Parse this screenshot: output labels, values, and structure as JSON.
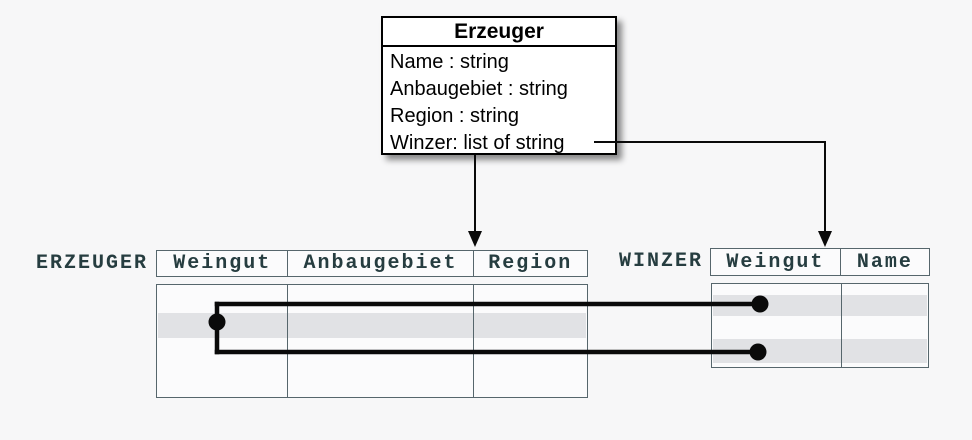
{
  "colors": {
    "background": "#f7f7f8",
    "class-border": "#000000",
    "class-fill": "#ffffff",
    "table-border": "#56666c",
    "table-fill": "#fbfbfc",
    "header-text": "#263d40",
    "row-highlight": "#e1e2e5",
    "connector": "#0a0a0a"
  },
  "class_box": {
    "title": "Erzeuger",
    "attributes": [
      "Name : string",
      "Anbaugebiet : string",
      "Region : string",
      "Winzer: list of string"
    ]
  },
  "tables": {
    "erzeuger": {
      "label": "ERZEUGER",
      "columns": [
        "Weingut",
        "Anbaugebiet",
        "Region"
      ],
      "highlighted_rows": 1
    },
    "winzer": {
      "label": "WINZER",
      "columns": [
        "Weingut",
        "Name"
      ],
      "highlighted_rows": 2
    }
  }
}
